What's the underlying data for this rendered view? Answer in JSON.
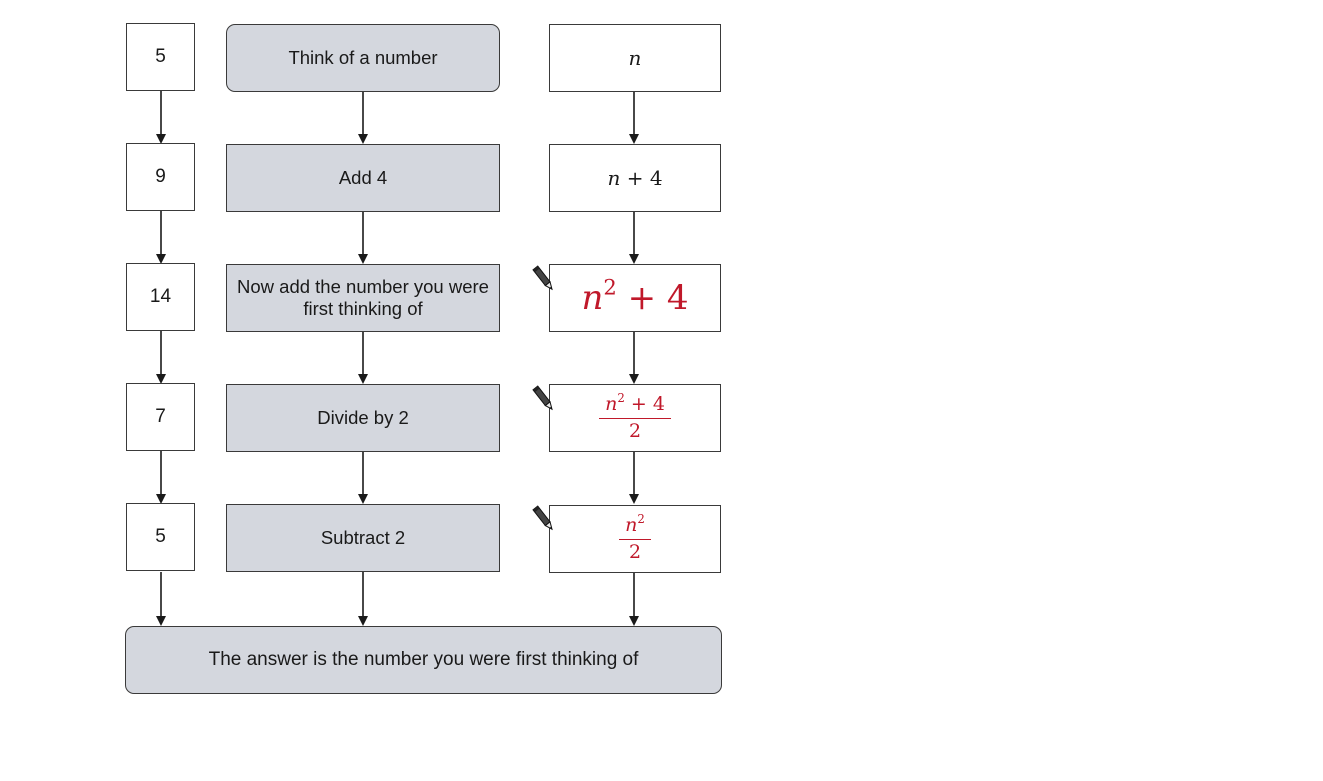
{
  "left_column": {
    "values": [
      "5",
      "9",
      "14",
      "7",
      "5"
    ]
  },
  "middle_column": {
    "steps": [
      "Think of a number",
      "Add 4",
      "Now add the number you were first thinking of",
      "Divide by 2",
      "Subtract 2"
    ]
  },
  "right_column": {
    "expr_1": {
      "var": "n"
    },
    "expr_2": {
      "var": "n",
      "rest": " + 4"
    },
    "expr_3": {
      "var": "n",
      "exp": "2",
      "rest": " + 4",
      "color": "#c0182a"
    },
    "expr_4": {
      "var": "n",
      "exp": "2",
      "rest": " + 4",
      "denominator": "2",
      "color": "#c0182a"
    },
    "expr_5": {
      "var": "n",
      "exp": "2",
      "denominator": "2",
      "color": "#c0182a"
    },
    "edit_marker_icon": "pencil-icon"
  },
  "final": {
    "text": "The answer is the number you were first thinking of"
  },
  "colors": {
    "step_fill": "#d4d7de",
    "border": "#3a3a3a",
    "handwritten_red": "#c0182a"
  }
}
